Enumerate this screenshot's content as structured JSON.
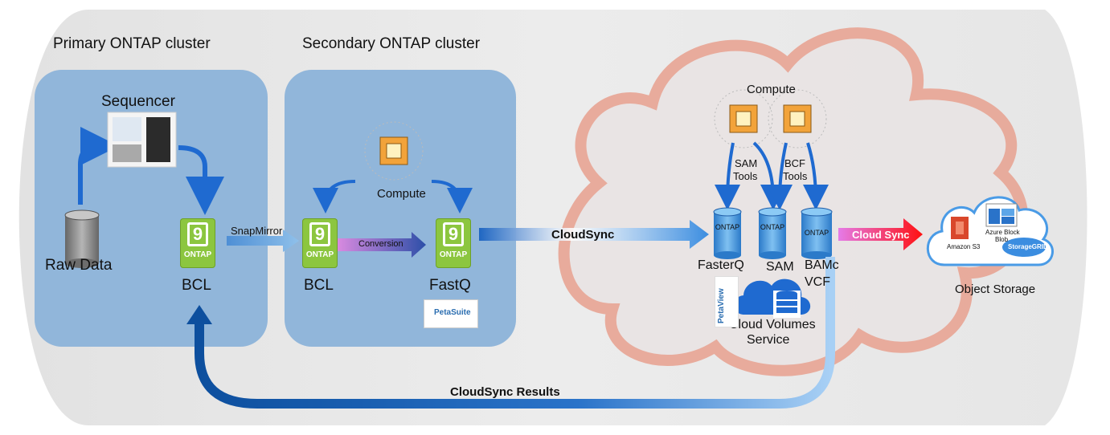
{
  "primary_cluster": {
    "title": "Primary ONTAP cluster",
    "sequencer_label": "Sequencer",
    "raw_data_label": "Raw Data",
    "bcl_label": "BCL",
    "ontap_badge": "9",
    "ontap_word": "ONTAP"
  },
  "secondary_cluster": {
    "title": "Secondary ONTAP cluster",
    "compute_label": "Compute",
    "bcl_label": "BCL",
    "fastq_label": "FastQ",
    "conversion_label": "Conversion",
    "petasuite_label": "PetaSuite"
  },
  "links": {
    "snapmirror": "SnapMirror",
    "cloudsync": "CloudSync",
    "cloud_sync": "Cloud Sync",
    "cloudsync_results": "CloudSync Results"
  },
  "cloud": {
    "compute_label": "Compute",
    "sam_tools": [
      "SAM",
      "Tools"
    ],
    "bcf_tools": [
      "BCF",
      "Tools"
    ],
    "drum_label": "ONTAP",
    "fasterq": "FasterQ",
    "sam": "SAM",
    "bamc": "BAMc",
    "vcf": "VCF",
    "cvs": [
      "Cloud Volumes",
      "Service"
    ],
    "petaview_label": "PetaView"
  },
  "object_storage": {
    "title": "Object Storage",
    "amazon": "Amazon S3",
    "azure": [
      "Azure Block",
      "Blob"
    ],
    "storagegrid": "StorageGRID"
  }
}
